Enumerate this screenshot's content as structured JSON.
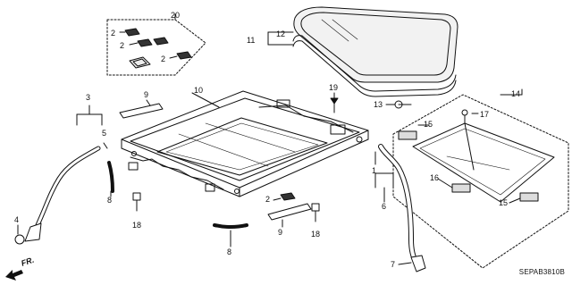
{
  "diagram": {
    "code": "SEPAB3810B",
    "front_label": "FR.",
    "callouts": {
      "c1": "1",
      "c2a": "2",
      "c2b": "2",
      "c2c": "2",
      "c2d": "2",
      "c3": "3",
      "c4": "4",
      "c5": "5",
      "c6": "6",
      "c7": "7",
      "c8a": "8",
      "c8b": "8",
      "c9a": "9",
      "c9b": "9",
      "c10": "10",
      "c11": "11",
      "c12": "12",
      "c13": "13",
      "c14": "14",
      "c15a": "15",
      "c15b": "15",
      "c16": "16",
      "c17": "17",
      "c18a": "18",
      "c18b": "18",
      "c19": "19",
      "c20": "20"
    }
  },
  "colors": {
    "ink": "#111111",
    "paper": "#ffffff",
    "glass": "#f2f2f2"
  }
}
